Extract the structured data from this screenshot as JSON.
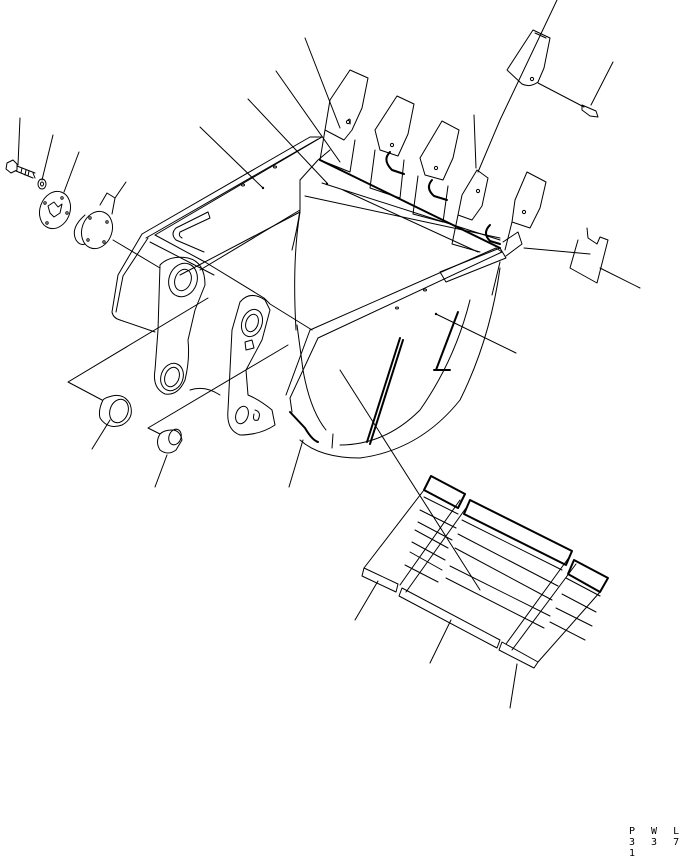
{
  "drawing": {
    "code": "PWL3371",
    "code_display": "P W L 3 3 7 1",
    "subject": "excavator bucket assembly (exploded view)",
    "background": "#ffffff",
    "line_color": "#000000"
  },
  "parts": [
    {
      "name": "bolt",
      "leader_from": [
        20,
        118
      ],
      "leader_to": [
        18,
        168
      ]
    },
    {
      "name": "washer",
      "leader_from": [
        52,
        135
      ],
      "leader_to": [
        42,
        180
      ]
    },
    {
      "name": "plate-shim-outer",
      "leader_from": [
        78,
        152
      ],
      "leader_to": [
        64,
        192
      ]
    },
    {
      "name": "plate-shim-pair",
      "leader_from": [
        125,
        182
      ],
      "leader_to": [
        115,
        198
      ]
    },
    {
      "name": "bucket-body",
      "leader_from": [
        200,
        127
      ],
      "leader_to": [
        262,
        188
      ]
    },
    {
      "name": "side-cutter-lh",
      "leader_from": [
        248,
        99
      ],
      "leader_to": [
        327,
        183
      ]
    },
    {
      "name": "tooth-adapter-lh",
      "leader_from": [
        276,
        71
      ],
      "leader_to": [
        340,
        162
      ]
    },
    {
      "name": "tooth-point-lh",
      "leader_from": [
        305,
        38
      ],
      "leader_to": [
        340,
        128
      ]
    },
    {
      "name": "adapter-center",
      "leader_from": [
        474,
        115
      ],
      "leader_to": [
        476,
        168
      ]
    },
    {
      "name": "tooth-point",
      "leader_from": [
        557,
        0
      ],
      "leader_to": [
        538,
        37
      ]
    },
    {
      "name": "lock-pin",
      "leader_from": [
        613,
        62
      ],
      "leader_to": [
        591,
        105
      ]
    },
    {
      "name": "side-protector",
      "leader_from": [
        640,
        288
      ],
      "leader_to": [
        600,
        268
      ]
    },
    {
      "name": "side-plate-rh",
      "leader_from": [
        516,
        353
      ],
      "leader_to": [
        436,
        314
      ]
    },
    {
      "name": "boss-lower",
      "leader_from": [
        92,
        449
      ],
      "leader_to": [
        110,
        420
      ]
    },
    {
      "name": "bushing",
      "leader_from": [
        155,
        487
      ],
      "leader_to": [
        167,
        455
      ]
    },
    {
      "name": "wear-strip-bottom",
      "leader_from": [
        289,
        487
      ],
      "leader_to": [
        303,
        440
      ]
    },
    {
      "name": "wear-plate-lh",
      "leader_from": [
        355,
        620
      ],
      "leader_to": [
        378,
        581
      ]
    },
    {
      "name": "wear-plate-center",
      "leader_from": [
        430,
        663
      ],
      "leader_to": [
        451,
        620
      ]
    },
    {
      "name": "wear-plate-rh",
      "leader_from": [
        510,
        708
      ],
      "leader_to": [
        517,
        664
      ]
    }
  ]
}
